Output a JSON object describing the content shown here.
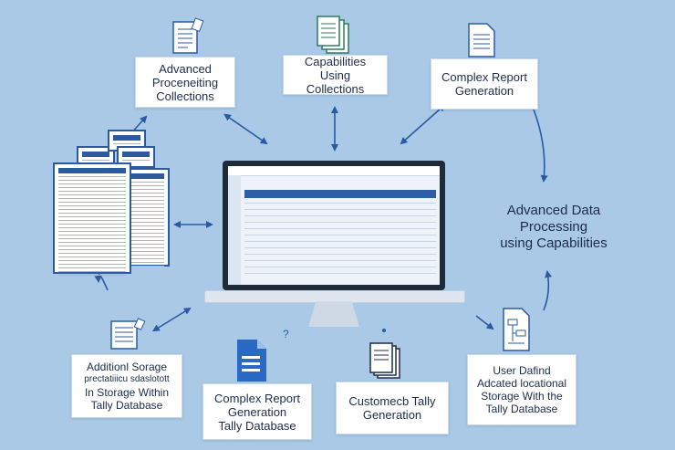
{
  "boxes": {
    "top_left": {
      "line1": "Advanced",
      "line2": "Proceneiting",
      "line3": "Collections"
    },
    "top_center": {
      "line1": "Capabilities Using",
      "line2": "Collections"
    },
    "top_right": {
      "line1": "Complex Report",
      "line2": "Generation"
    },
    "bottom_left": {
      "line1": "Additionl Sorage",
      "line2": "prectatiiicu sdaslotott",
      "line3": "In Storage Within",
      "line4": "Tally Database"
    },
    "bottom_center_left": {
      "line1": "Complex Report",
      "line2": "Generation",
      "line3": "Tally Database"
    },
    "bottom_center_right": {
      "line1": "Customecb Tally",
      "line2": "Generation"
    },
    "bottom_right": {
      "line1": "User Dafind",
      "line2": "Adcated locational",
      "line3": "Storage With the",
      "line4": "Tally Database"
    }
  },
  "center_label": {
    "line1": "Advanced Data",
    "line2": "Processing",
    "line3": "using Capabilities"
  },
  "colors": {
    "background": "#a9c9e6",
    "accent": "#2b5aa2",
    "text": "#1d2d4a"
  },
  "icons": [
    "document-icon",
    "document-stack-icon",
    "spreadsheet-icon",
    "monitor-icon",
    "arrow-icon"
  ]
}
